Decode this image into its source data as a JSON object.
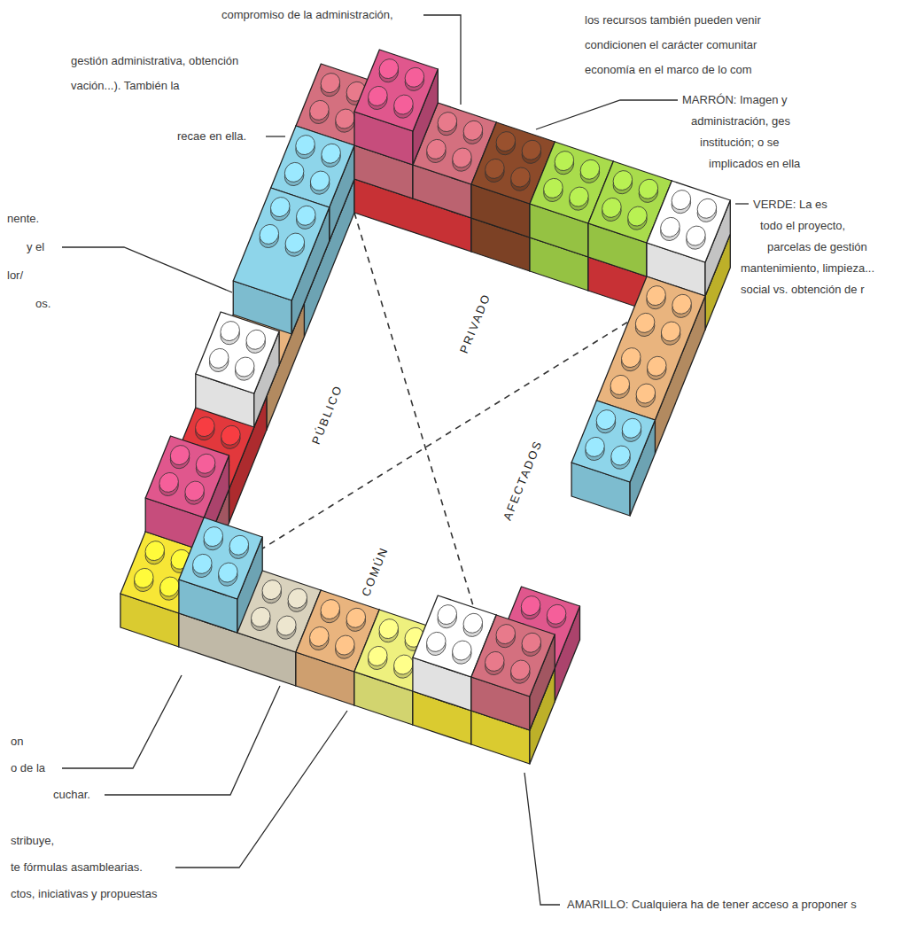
{
  "diagram": {
    "nodes": [
      {
        "text": [
          "PÚBLICO"
        ]
      },
      {
        "text": [
          "PRIVADO"
        ]
      },
      {
        "text": [
          "COMÚN"
        ]
      },
      {
        "text": [
          "AFECTADOS"
        ]
      }
    ],
    "labels": [
      "compromiso de la administración,",
      "gestión administrativa, obtención",
      "vación...). También la",
      "recae en ella.",
      "nente.",
      "y el",
      "lor/",
      "os.",
      "on",
      "o de la",
      "cuchar.",
      "stribuye,",
      "te fórmulas asamblearias.",
      "ctos, iniciativas y propuestas",
      "los recursos también pueden venir",
      "condicionen el carácter comunitar",
      "economía en el marco de lo com",
      "MARRÓN: Imagen y",
      "administración, ges",
      "institución; o se",
      "implicados en ella",
      "VERDE: La es",
      "todo el proyecto,",
      "parcelas de gestión",
      "mantenimiento, limpieza...",
      "social vs. obtención de r",
      "AMARILLO: Cualquiera ha de tener acceso a proponer s"
    ]
  }
}
